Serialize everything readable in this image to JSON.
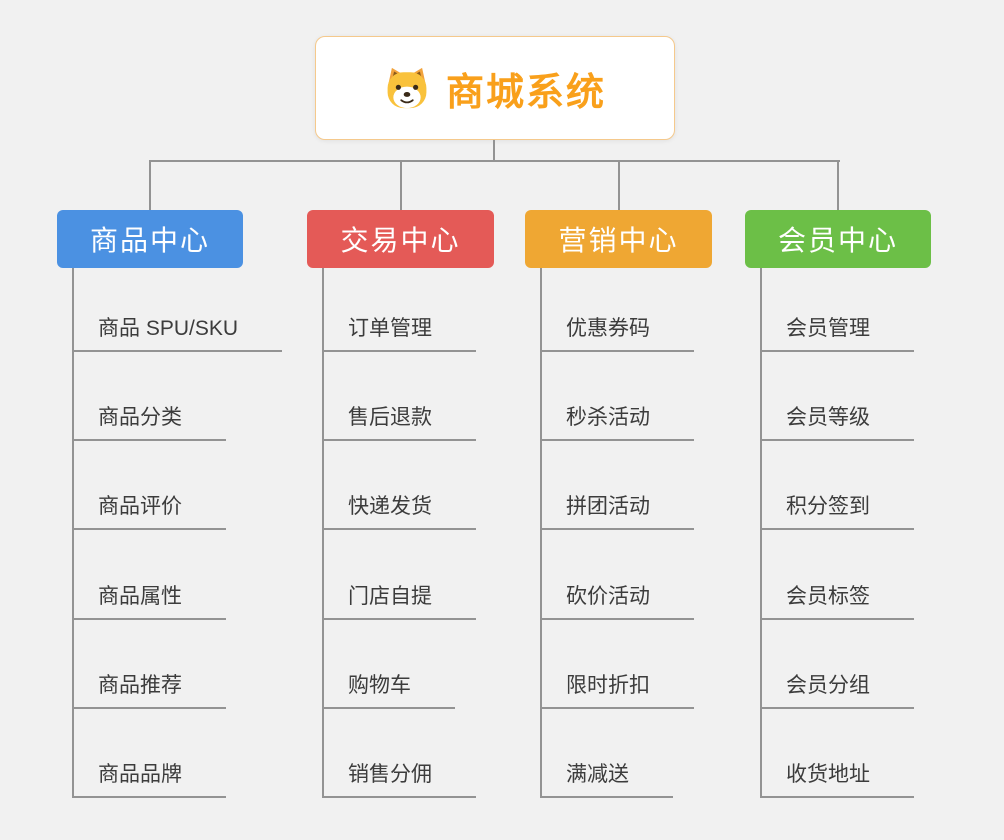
{
  "root": {
    "title": "商城系统",
    "icon": "dog-icon",
    "accent": "#f9a01b"
  },
  "connector_color": "#939393",
  "branches": [
    {
      "label": "商品中心",
      "color": "#4b91e2",
      "items": [
        "商品 SPU/SKU",
        "商品分类",
        "商品评价",
        "商品属性",
        "商品推荐",
        "商品品牌"
      ]
    },
    {
      "label": "交易中心",
      "color": "#e45a57",
      "items": [
        "订单管理",
        "售后退款",
        "快递发货",
        "门店自提",
        "购物车",
        "销售分佣"
      ]
    },
    {
      "label": "营销中心",
      "color": "#efa733",
      "items": [
        "优惠券码",
        "秒杀活动",
        "拼团活动",
        "砍价活动",
        "限时折扣",
        "满减送"
      ]
    },
    {
      "label": "会员中心",
      "color": "#6cbf47",
      "items": [
        "会员管理",
        "会员等级",
        "积分签到",
        "会员标签",
        "会员分组",
        "收货地址"
      ]
    }
  ]
}
